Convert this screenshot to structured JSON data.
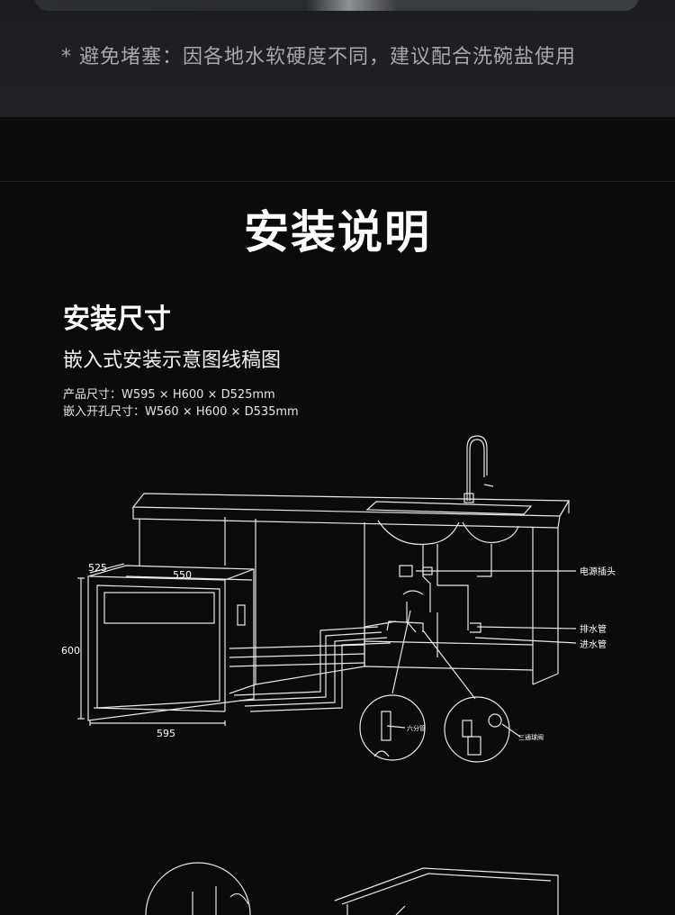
{
  "top_note": "* 避免堵塞：因各地水软硬度不同，建议配合洗碗盐使用",
  "section_title": "安装说明",
  "sub_title": "安装尺寸",
  "caption": "嵌入式安装示意图线稿图",
  "specs": {
    "product": "产品尺寸：W595 × H600 × D525mm",
    "cutout": "嵌入开孔尺寸：W560 × H600 × D535mm"
  },
  "diagram": {
    "dim_depth": "525",
    "dim_width_top": "550",
    "dim_height": "600",
    "dim_width_bottom": "595",
    "label_power": "电源插头",
    "label_drain": "排水管",
    "label_inlet": "进水管",
    "label_pipe": "六分管",
    "label_valve": "三通球阀"
  },
  "colors": {
    "background": "#0b0b0b",
    "top_band": "#1f1f21",
    "text": "#ffffff",
    "muted": "#a8a8ac"
  }
}
